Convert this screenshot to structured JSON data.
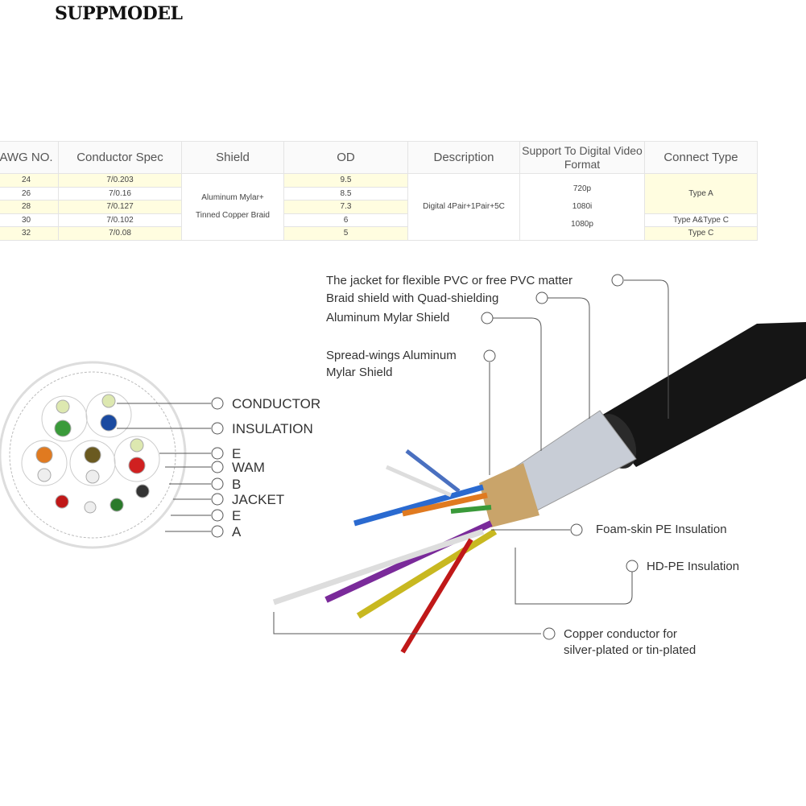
{
  "logo": "SUPPMODEL",
  "table": {
    "headers": [
      "AWG NO.",
      "Conductor Spec",
      "Shield",
      "OD",
      "Description",
      "Support To Digital Video Format",
      "Connect Type"
    ],
    "rows": [
      {
        "awg": "24",
        "spec": "7/0.203",
        "od": "9.5"
      },
      {
        "awg": "26",
        "spec": "7/0.16",
        "od": "8.5"
      },
      {
        "awg": "28",
        "spec": "7/0.127",
        "od": "7.3"
      },
      {
        "awg": "30",
        "spec": "7/0.102",
        "od": "6"
      },
      {
        "awg": "32",
        "spec": "7/0.08",
        "od": "5"
      }
    ],
    "shield_line1": "Aluminum Mylar+",
    "shield_line2": "Tinned Copper Braid",
    "description": "Digital 4Pair+1Pair+5C",
    "formats": [
      "720p",
      "1080i",
      "1080p"
    ],
    "connect": [
      "Type A",
      "Type A&Type C",
      "Type C"
    ]
  },
  "cross_section_labels": [
    "CONDUCTOR",
    "INSULATION",
    "E",
    "WAM",
    "B",
    "JACKET",
    "E",
    "A"
  ],
  "cable_labels": {
    "jacket": "The jacket for flexible PVC or free PVC matter",
    "braid": "Braid shield with Quad-shielding",
    "mylar": "Aluminum Mylar Shield",
    "spread1": "Spread-wings Aluminum",
    "spread2": "Mylar Shield",
    "foam": "Foam-skin PE Insulation",
    "hdpe": "HD-PE Insulation",
    "copper1": "Copper conductor for",
    "copper2": "silver-plated or tin-plated"
  }
}
